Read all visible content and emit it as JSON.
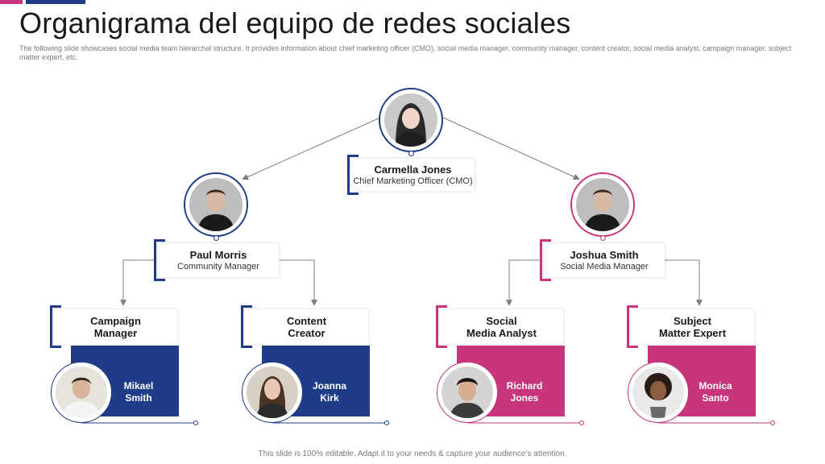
{
  "header": {
    "title": "Organigrama del equipo de redes sociales",
    "subtitle": "The following slide showcases social media team hierarchal structure. It provides information about chief marketing officer (CMO), social media manager, community manager, content creator, social media analyst, campaign manager, subject matter expert, etc."
  },
  "colors": {
    "blue": "#1f3c88",
    "pink": "#c7367b",
    "connector": "#7f7f7f"
  },
  "top": {
    "name": "Carmella Jones",
    "role": "Chief Marketing Officer (CMO)"
  },
  "managers": [
    {
      "name": "Paul Morris",
      "role": "Community Manager"
    },
    {
      "name": "Joshua Smith",
      "role": "Social Media Manager"
    }
  ],
  "members": [
    {
      "role_line1": "Campaign",
      "role_line2": "Manager",
      "name_line1": "Mikael",
      "name_line2": "Smith"
    },
    {
      "role_line1": "Content",
      "role_line2": "Creator",
      "name_line1": "Joanna",
      "name_line2": "Kirk"
    },
    {
      "role_line1": "Social",
      "role_line2": "Media Analyst",
      "name_line1": "Richard",
      "name_line2": "Jones"
    },
    {
      "role_line1": "Subject",
      "role_line2": "Matter Expert",
      "name_line1": "Monica",
      "name_line2": "Santo"
    }
  ],
  "footer": {
    "text": "This slide is 100% editable. Adapt it to your needs & capture your audience’s attention."
  }
}
